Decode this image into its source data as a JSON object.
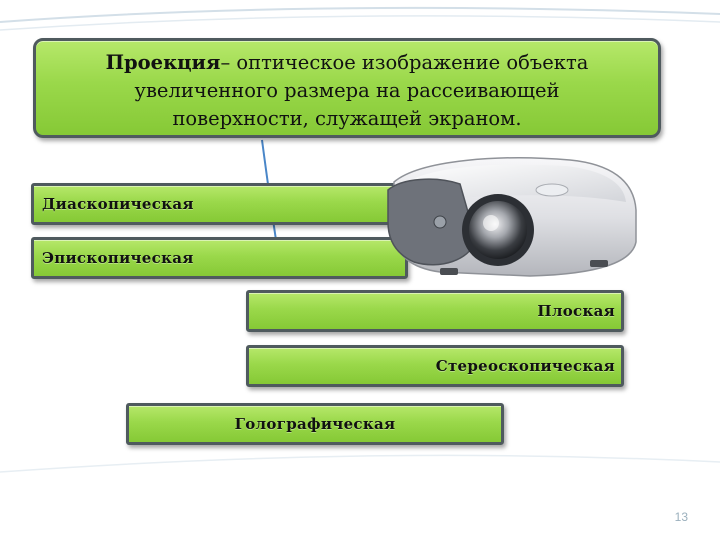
{
  "definition": {
    "term": "Проекция",
    "line1_rest": "– оптическое изображение объекта",
    "line2": "увеличенного размера на рассеивающей",
    "line3": "поверхности, служащей экраном."
  },
  "types": [
    "Диаскопическая",
    "Эпископическая",
    "Плоская",
    "Стереоскопическая",
    "Голографическая"
  ],
  "image": {
    "icon": "projector-icon"
  },
  "colors": {
    "box_green": "#9ad84a",
    "border": "#4f5a5e",
    "swoosh": "#4a86c8"
  },
  "page_number": "13"
}
